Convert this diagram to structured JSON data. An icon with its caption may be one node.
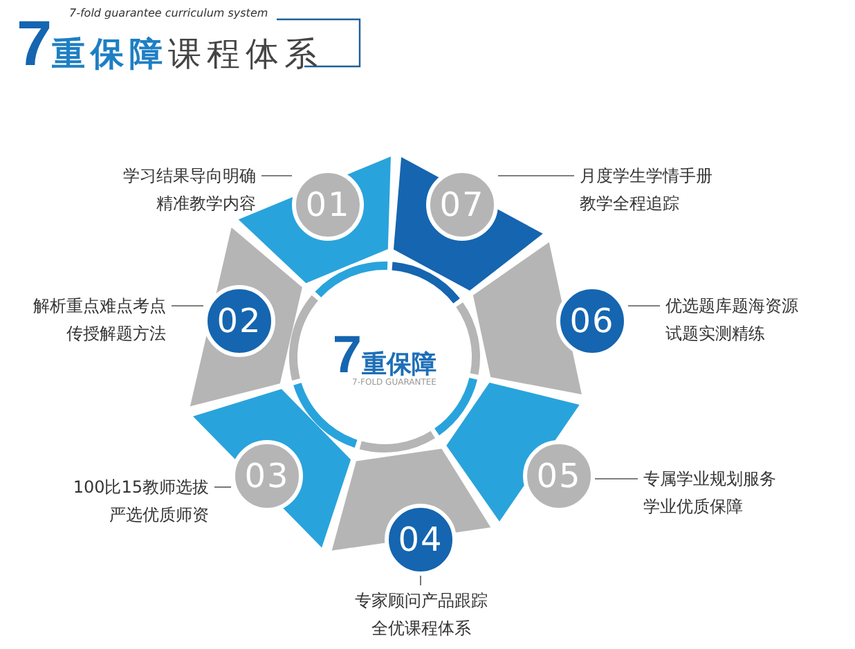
{
  "diagram": {
    "title": "7重保障课程体系",
    "nodes": [
      {
        "text": [
          "7重保障",
          "7-FOLD GUARANTEE"
        ]
      },
      {
        "text": [
          "01"
        ]
      },
      {
        "text": [
          "07"
        ]
      },
      {
        "text": [
          "06"
        ]
      },
      {
        "text": [
          "05"
        ]
      },
      {
        "text": [
          "04"
        ]
      },
      {
        "text": [
          "03"
        ]
      },
      {
        "text": [
          "02"
        ]
      },
      {
        "text": [
          "学习结果导向明确精准教学内容"
        ]
      },
      {
        "text": [
          "月度学生学情手册教学全程追踪"
        ]
      },
      {
        "text": [
          "解析重点难点考点传授解题方法"
        ]
      },
      {
        "text": [
          "优选题库题海资源试题实测精练"
        ]
      },
      {
        "text": [
          "100比15教师选拔严选优质师资"
        ]
      },
      {
        "text": [
          "专属学业规划服务学业优质保障"
        ]
      },
      {
        "text": [
          "专家顾问产品跟踪全优课程体系"
        ]
      }
    ],
    "edges": [
      {
        "from": 8,
        "to": 1,
        "arrow": "none"
      },
      {
        "from": 9,
        "to": 2,
        "arrow": "none"
      },
      {
        "from": 10,
        "to": 7,
        "arrow": "none"
      },
      {
        "from": 11,
        "to": 3,
        "arrow": "none"
      },
      {
        "from": 12,
        "to": 6,
        "arrow": "none"
      },
      {
        "from": 13,
        "to": 4,
        "arrow": "none"
      },
      {
        "from": 14,
        "to": 5,
        "arrow": "none"
      }
    ],
    "labels": [
      "7-fold guarantee curriculum system"
    ]
  }
}
